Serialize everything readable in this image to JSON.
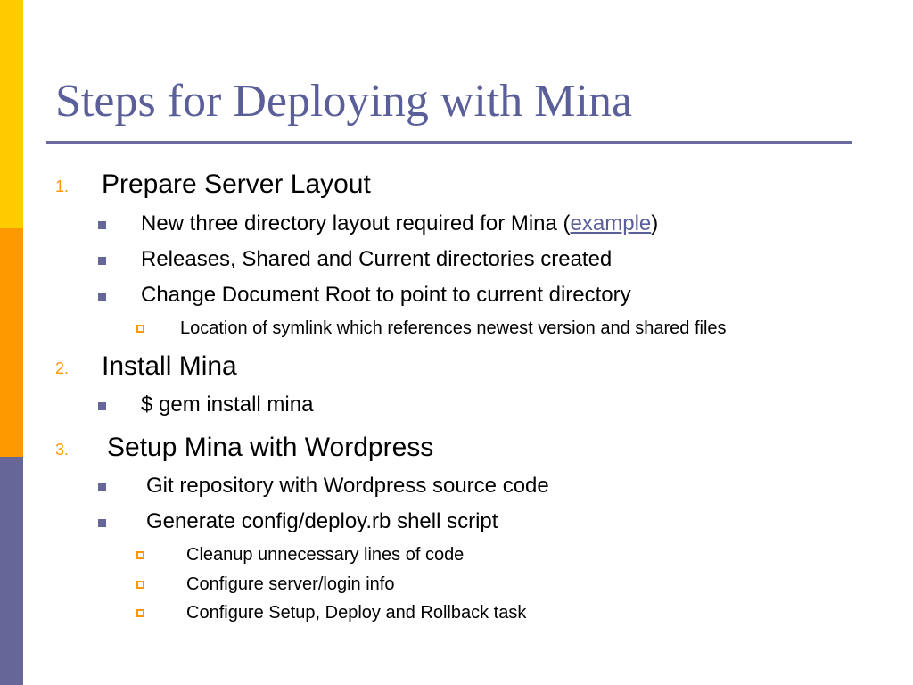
{
  "slide": {
    "title": "Steps for Deploying with Mina",
    "accent_colors": {
      "title": "#5A5E99",
      "number": "#FF9900",
      "bar_yellow": "#FFCC00",
      "bar_orange": "#FF9900",
      "bar_purple": "#666699"
    },
    "steps": [
      {
        "number": "1.",
        "label": "Prepare Server Layout",
        "bullets": [
          {
            "text_before": "New three directory layout required for Mina (",
            "link": "example",
            "text_after": ")"
          },
          {
            "text": "Releases, Shared and Current directories created"
          },
          {
            "text": "Change Document Root to point to current directory",
            "sub": [
              "Location of symlink which references newest version and shared files"
            ]
          }
        ]
      },
      {
        "number": "2.",
        "label": "Install Mina",
        "bullets": [
          {
            "text": "$ gem install mina"
          }
        ]
      },
      {
        "number": "3.",
        "label": "Setup Mina with Wordpress",
        "bullets": [
          {
            "text": "Git repository with Wordpress source code"
          },
          {
            "text": "Generate config/deploy.rb shell script",
            "sub": [
              "Cleanup unnecessary lines of code",
              "Configure server/login info",
              "Configure Setup, Deploy and Rollback task"
            ]
          }
        ]
      }
    ]
  }
}
